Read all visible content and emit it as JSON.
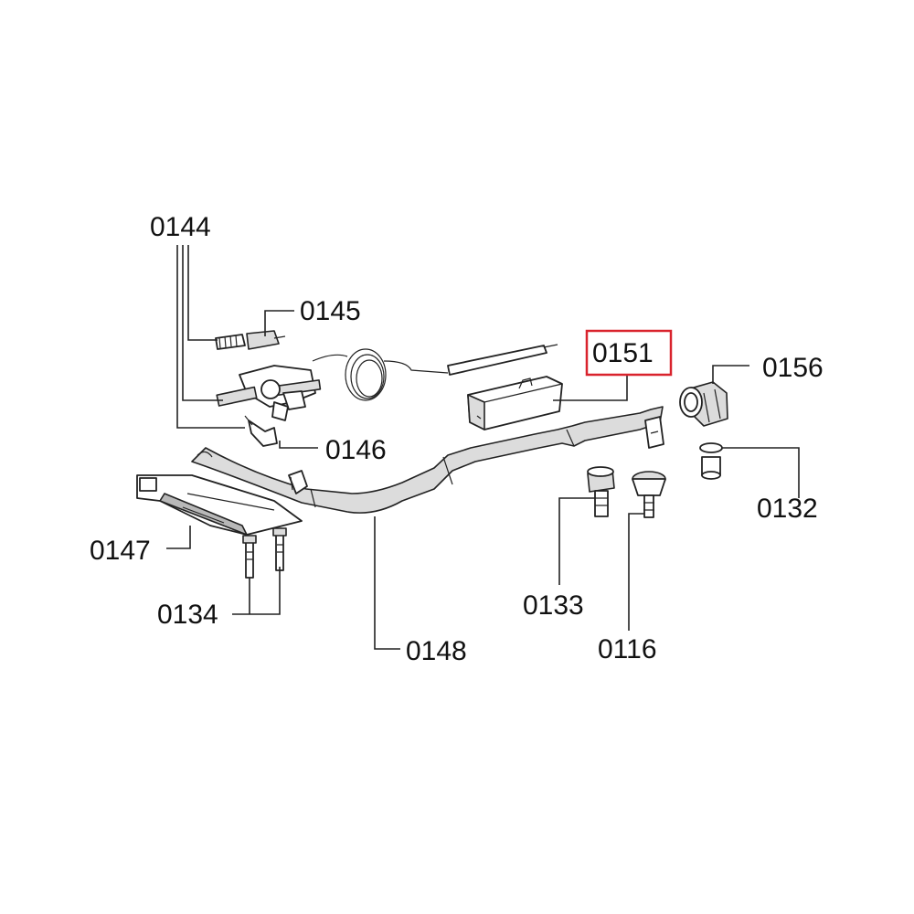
{
  "diagram": {
    "highlight_color": "#d9232d",
    "highlighted_part": "0151",
    "labels": {
      "p0144": "0144",
      "p0145": "0145",
      "p0146": "0146",
      "p0147": "0147",
      "p0134": "0134",
      "p0148": "0148",
      "p0151": "0151",
      "p0156": "0156",
      "p0132": "0132",
      "p0133": "0133",
      "p0116": "0116"
    }
  }
}
